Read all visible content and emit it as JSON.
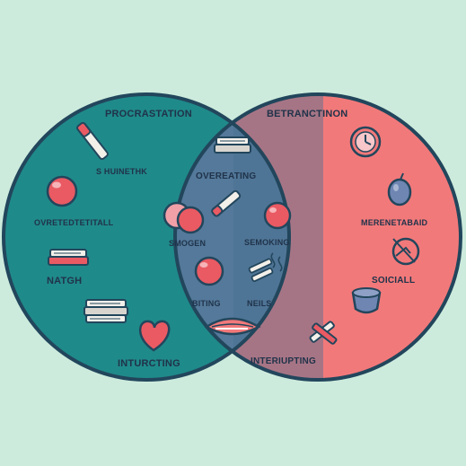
{
  "labels": {
    "left_title": "PROCRASTATION",
    "left_1": "S HUINETHK",
    "left_2": "OVRETEDTETITALL",
    "left_3": "NATGH",
    "left_4": "INTURCTING",
    "center_1": "OVEREATING",
    "center_2": "SMOGEN",
    "center_3": "SEMOKING",
    "center_4": "BITING",
    "center_5": "NEILS",
    "right_title": "BETRANCTINON",
    "right_1": "MERENETABAID",
    "right_2": "SOICIALL",
    "right_3": "INTERIUPTING"
  },
  "colors": {
    "background": "#cdebdc",
    "left_circle": "#1f8a8a",
    "right_circle": "#f2797a",
    "overlap": "#54799a",
    "outline": "#22465c",
    "text": "#20334a",
    "accent_red": "#ea5a63"
  },
  "icons": [
    "cigarette-icon",
    "red-ball-icon",
    "book-stack-icon",
    "heart-icon",
    "clock-icon",
    "plum-icon",
    "scale-icon",
    "bowl-icon",
    "broken-pencil-icon",
    "smoke-icon",
    "mouth-icon"
  ]
}
